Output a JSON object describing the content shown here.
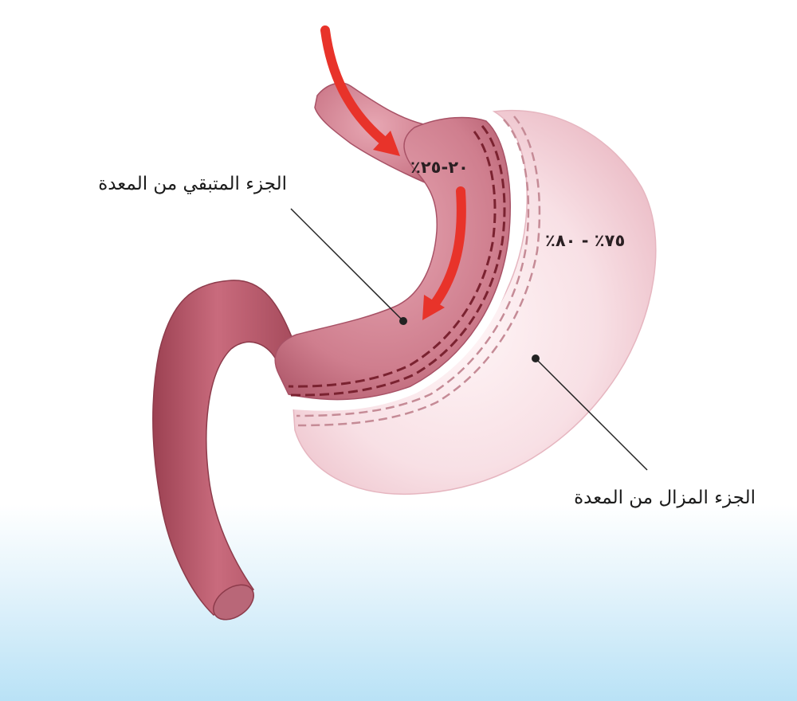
{
  "labels": {
    "remaining_part": "الجزء المتبقي من المعدة",
    "removed_part": "الجزء المزال من المعدة"
  },
  "percentages": {
    "remaining": "٢٠-٢٥٪",
    "removed": "٧٥٪ - ٨٠٪"
  },
  "colors": {
    "remaining_tissue": "#b8566a",
    "removed_tissue": "#f7dde2",
    "arrow": "#e8332a",
    "staple_line": "#7a2230",
    "background_bottom": "#b9e2f6"
  }
}
